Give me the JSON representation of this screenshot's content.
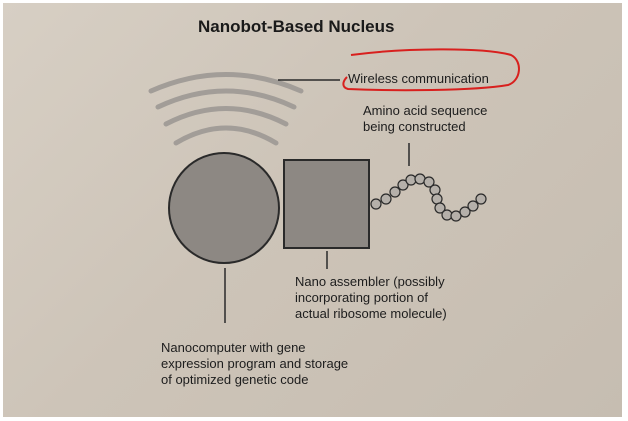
{
  "title": "Nanobot-Based Nucleus",
  "labels": {
    "wireless": "Wireless communication",
    "amino": "Amino acid sequence\nbeing constructed",
    "assembler": "Nano assembler (possibly\nincorporating portion of\nactual ribosome molecule)",
    "nanocomputer": "Nanocomputer with gene\nexpression program and storage\nof optimized genetic code"
  },
  "colors": {
    "page": "#cfc6ba",
    "shape_fill": "#8d8883",
    "shape_stroke": "#2a2a2a",
    "wave": "#a29d98",
    "bead_fill": "#b5b0aa",
    "annotation_ink": "#d8201e"
  }
}
